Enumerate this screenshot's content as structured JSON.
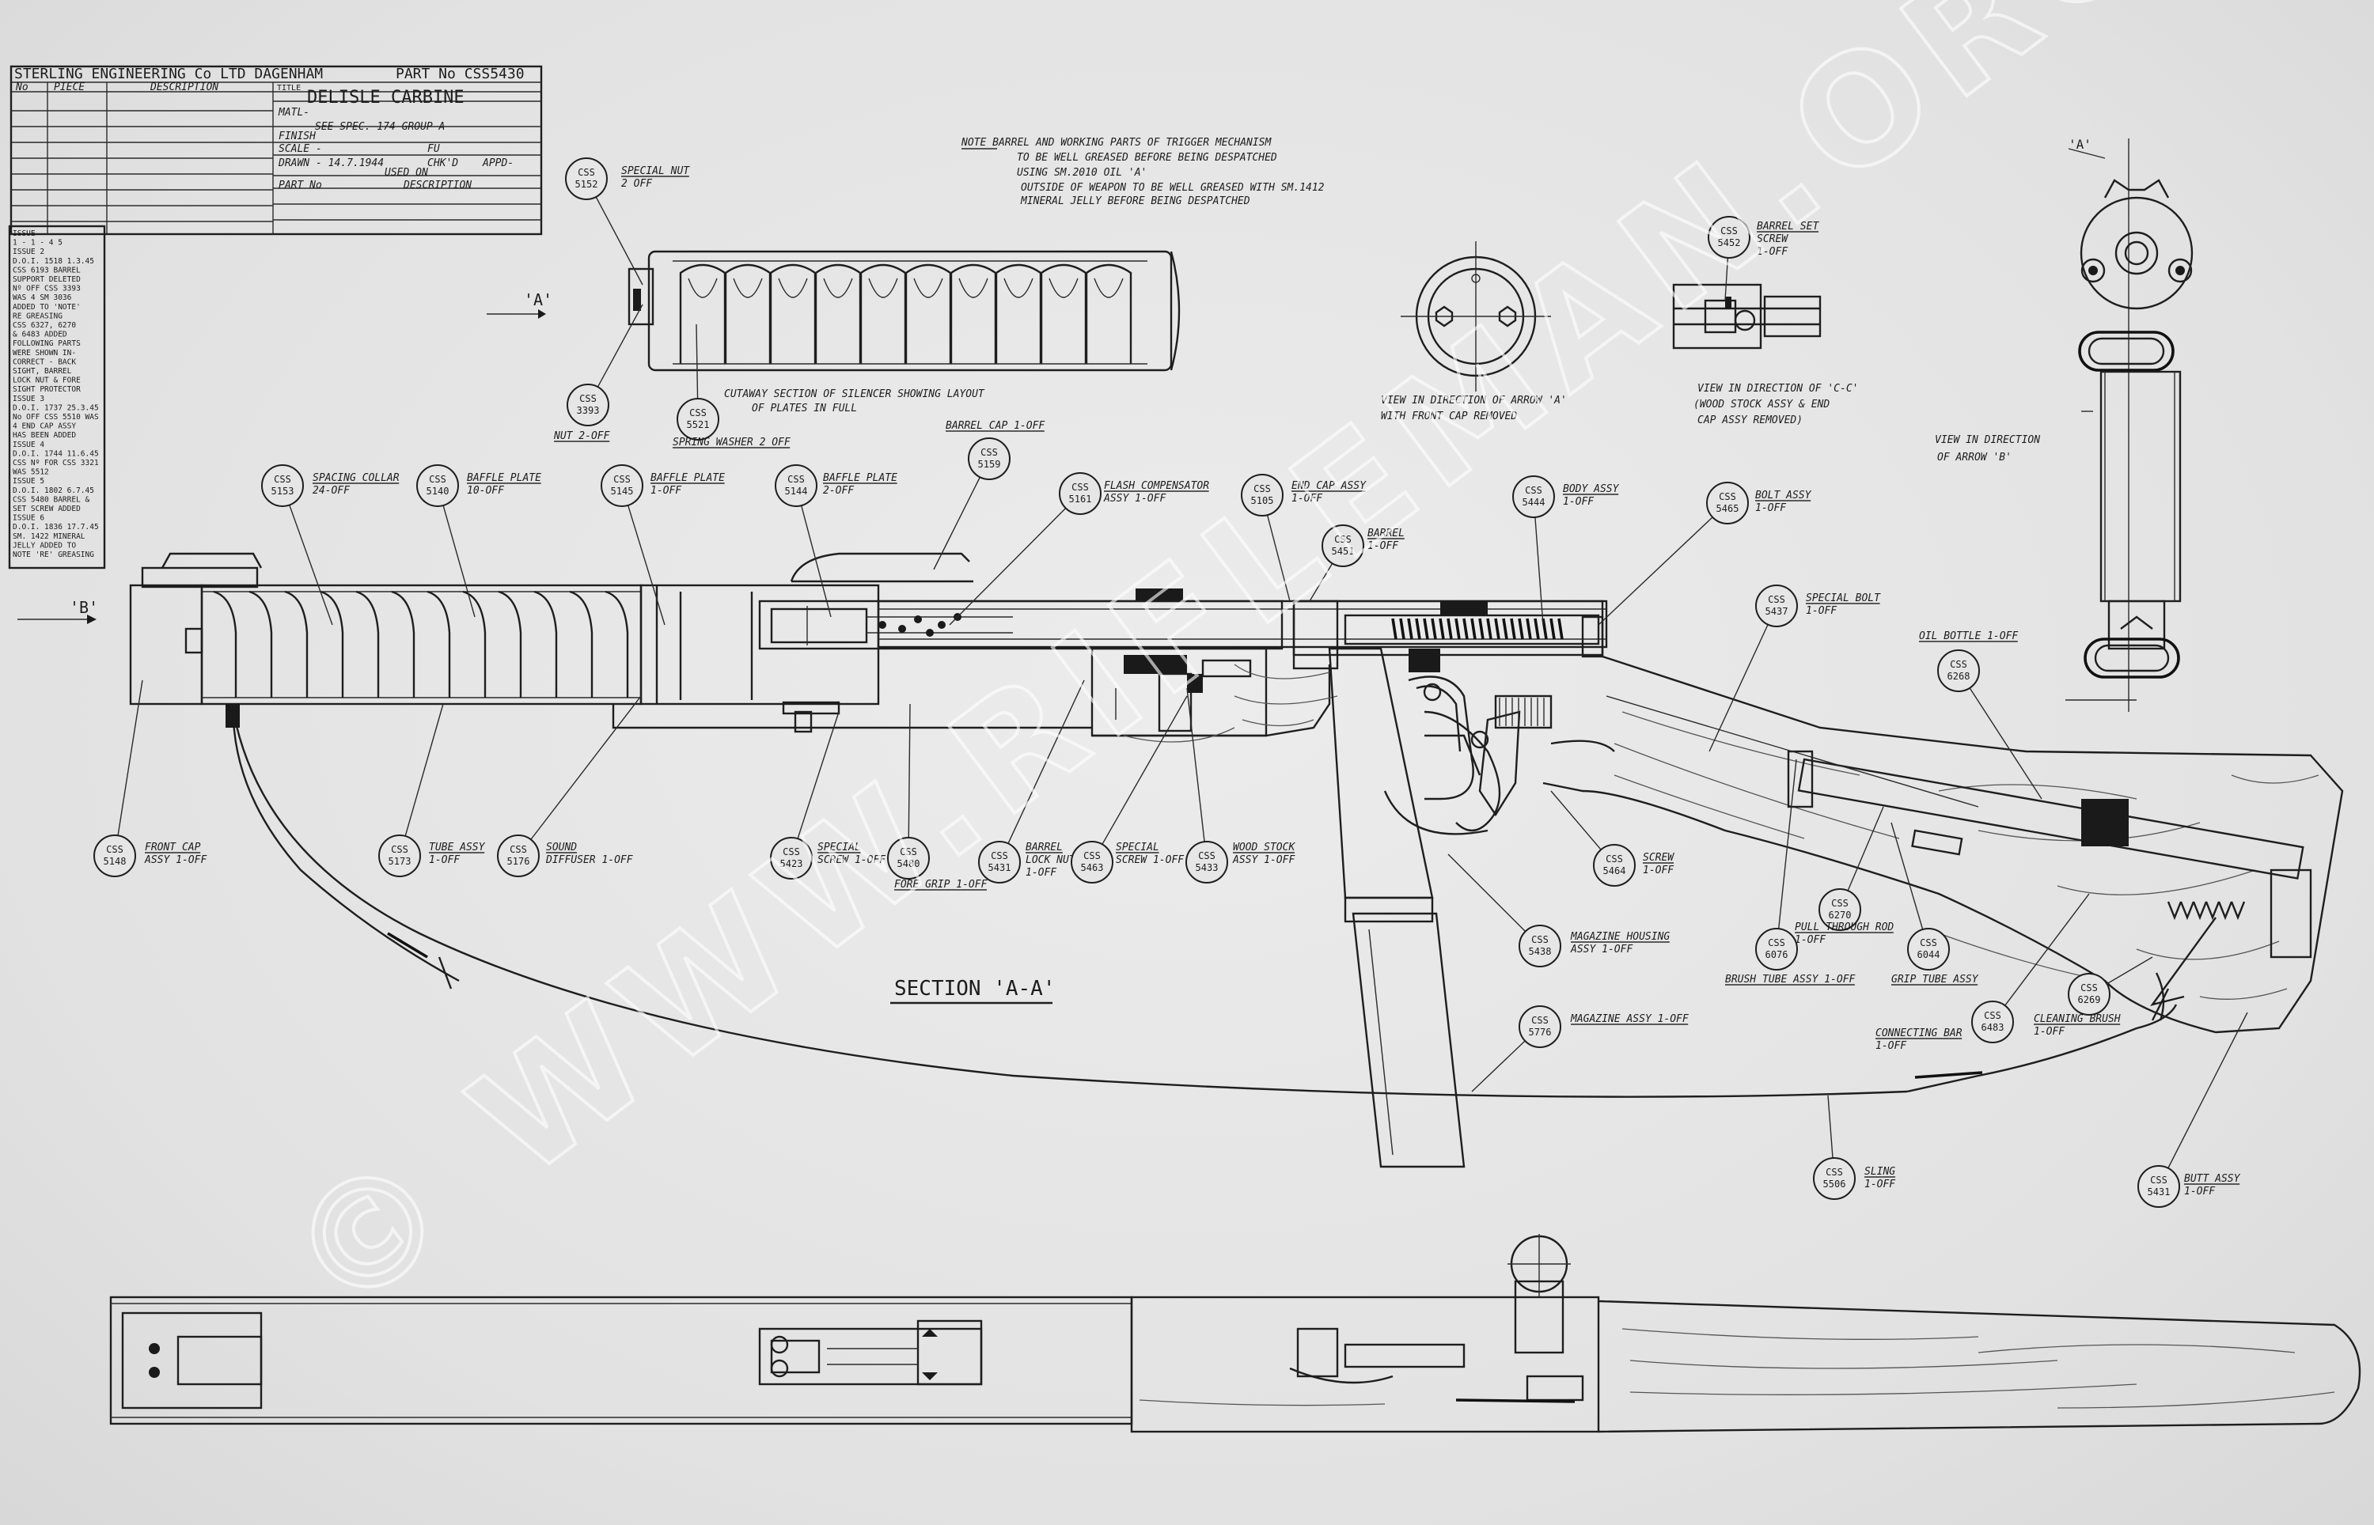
{
  "title_block": {
    "company": "STERLING ENGINEERING Co LTD DAGENHAM",
    "part_no": "PART No CSS5430",
    "col_no": "No",
    "col_piece": "PIECE",
    "col_description": "DESCRIPTION",
    "title_label": "TITLE",
    "title": "DELISLE CARBINE",
    "matl": "MATL-",
    "matl_spec": "SEE SPEC. 174 GROUP A",
    "finish": "FINISH",
    "scale": "SCALE -",
    "scale_val": "FU",
    "drawn": "DRAWN - 14.7.1944",
    "chkd": "CHK'D",
    "appd": "APPD-",
    "used_on": "USED ON",
    "part_no_label": "PART No",
    "description_label": "DESCRIPTION"
  },
  "issues": [
    "ISSUE",
    "1 - 1 - 4 5",
    "ISSUE 2",
    "D.O.I. 1518   1.3.45",
    "CSS 6193 BARREL",
    "SUPPORT DELETED",
    "Nº OFF CSS 3393",
    "WAS 4   SM 3036",
    "ADDED TO 'NOTE'",
    "RE GREASING",
    "CSS 6327, 6270",
    "& 6483 ADDED",
    "FOLLOWING PARTS",
    "WERE SHOWN IN-",
    "CORRECT - BACK",
    "SIGHT, BARREL",
    "LOCK NUT & FORE",
    "SIGHT PROTECTOR",
    "ISSUE 3",
    "D.O.I. 1737   25.3.45",
    "No OFF CSS 5510 WAS",
    "4   END CAP ASSY",
    "HAS BEEN ADDED",
    "ISSUE 4",
    "D.O.I. 1744   11.6.45",
    "CSS Nº FOR CSS 3321",
    "WAS 5512",
    "ISSUE 5",
    "D.O.I. 1802   6.7.45",
    "CSS 5480 BARREL &",
    "SET SCREW ADDED",
    "ISSUE 6",
    "D.O.I. 1836   17.7.45",
    "SM. 1422 MINERAL",
    "JELLY ADDED TO",
    "NOTE 'RE' GREASING"
  ],
  "notes": [
    "NOTE  BARREL AND WORKING PARTS OF TRIGGER MECHANISM",
    "TO BE WELL GREASED BEFORE BEING DESPATCHED",
    "USING SM.2010 OIL 'A'",
    "OUTSIDE OF WEAPON TO BE WELL GREASED WITH SM.1412",
    "MINERAL JELLY BEFORE BEING DESPATCHED"
  ],
  "arrows": {
    "a": "'A'",
    "b": "'B'"
  },
  "silencer_caption": [
    "CUTAWAY SECTION OF SILENCER SHOWING LAYOUT",
    "OF PLATES IN FULL"
  ],
  "view_labels": {
    "view_a": [
      "VIEW IN DIRECTION OF ARROW 'A'",
      "WITH FRONT CAP REMOVED"
    ],
    "view_cc": [
      "VIEW IN DIRECTION OF 'C-C'",
      "(WOOD STOCK ASSY & END",
      "CAP ASSY REMOVED)"
    ],
    "view_b": [
      "VIEW IN DIRECTION",
      "OF ARROW 'B'"
    ],
    "section": "SECTION 'A-A'",
    "arrow_a_small": "'A'"
  },
  "callouts": [
    {
      "num": "CSS 5152",
      "label": [
        "SPECIAL NUT",
        "2 OFF"
      ]
    },
    {
      "num": "CSS 3393",
      "label": [
        "NUT 2-OFF"
      ]
    },
    {
      "num": "CSS 5521",
      "label": [
        "SPRING WASHER 2 OFF"
      ]
    },
    {
      "num": "CSS 5159",
      "label": [
        "BARREL CAP 1-OFF"
      ]
    },
    {
      "num": "CSS 5452",
      "label": [
        "BARREL SET",
        "SCREW",
        "1-OFF"
      ]
    },
    {
      "num": "CSS 5153",
      "label": [
        "SPACING COLLAR",
        "24-OFF"
      ]
    },
    {
      "num": "CSS 5140",
      "label": [
        "BAFFLE PLATE",
        "10-OFF"
      ]
    },
    {
      "num": "CSS 5145",
      "label": [
        "BAFFLE PLATE",
        "1-OFF"
      ]
    },
    {
      "num": "CSS 5144",
      "label": [
        "BAFFLE PLATE",
        "2-OFF"
      ]
    },
    {
      "num": "CSS 5161",
      "label": [
        "FLASH COMPENSATOR",
        "ASSY 1-OFF"
      ]
    },
    {
      "num": "CSS 5105",
      "label": [
        "END CAP ASSY",
        "1-OFF"
      ]
    },
    {
      "num": "CSS 5451",
      "label": [
        "BARREL",
        "1-OFF"
      ]
    },
    {
      "num": "CSS 5444",
      "label": [
        "BODY ASSY",
        "1-OFF"
      ]
    },
    {
      "num": "CSS 5465",
      "label": [
        "BOLT ASSY",
        "1-OFF"
      ]
    },
    {
      "num": "CSS 5437",
      "label": [
        "SPECIAL BOLT",
        "1-OFF"
      ]
    },
    {
      "num": "CSS 6268",
      "label": [
        "OIL BOTTLE 1-OFF"
      ]
    },
    {
      "num": "CSS 5148",
      "label": [
        "FRONT CAP",
        "ASSY 1-OFF"
      ]
    },
    {
      "num": "CSS 5173",
      "label": [
        "TUBE ASSY",
        "1-OFF"
      ]
    },
    {
      "num": "CSS 5176",
      "label": [
        "SOUND",
        "DIFFUSER 1-OFF"
      ]
    },
    {
      "num": "CSS 5423",
      "label": [
        "SPECIAL",
        "SCREW 1-OFF"
      ]
    },
    {
      "num": "CSS 5480",
      "label": [
        "FORE GRIP 1-OFF"
      ]
    },
    {
      "num": "CSS 5431",
      "label": [
        "BARREL",
        "LOCK NUT",
        "1-OFF"
      ]
    },
    {
      "num": "CSS 5463",
      "label": [
        "SPECIAL",
        "SCREW 1-OFF"
      ]
    },
    {
      "num": "CSS 5433",
      "label": [
        "WOOD STOCK",
        "ASSY 1-OFF"
      ]
    },
    {
      "num": "CSS 5464",
      "label": [
        "SCREW",
        "1-OFF"
      ]
    },
    {
      "num": "CSS 5438",
      "label": [
        "MAGAZINE HOUSING",
        "ASSY 1-OFF"
      ]
    },
    {
      "num": "CSS 5776",
      "label": [
        "MAGAZINE ASSY 1-OFF"
      ]
    },
    {
      "num": "CSS 6076",
      "label": [
        "BRUSH TUBE ASSY 1-OFF"
      ]
    },
    {
      "num": "CSS 6270",
      "label": [
        "PULL THROUGH ROD",
        "1-OFF"
      ]
    },
    {
      "num": "CSS 6044",
      "label": [
        "GRIP TUBE ASSY"
      ]
    },
    {
      "num": "CSS 6483",
      "label": [
        "CONNECTING BAR",
        "1-OFF"
      ]
    },
    {
      "num": "CSS 6269",
      "label": [
        "CLEANING BRUSH",
        "1-OFF"
      ]
    },
    {
      "num": "CSS 5506",
      "label": [
        "SLING",
        "1-OFF"
      ]
    },
    {
      "num": "CSS 5431",
      "label": [
        "BUTT ASSY",
        "1-OFF"
      ]
    }
  ],
  "watermark": {
    "text": "© WWW.RIFLEMAN.ORG.UK"
  },
  "colors": {
    "paper": "#e4e4e4",
    "ink": "#1b1b1b",
    "watermark": "#ffffff"
  }
}
